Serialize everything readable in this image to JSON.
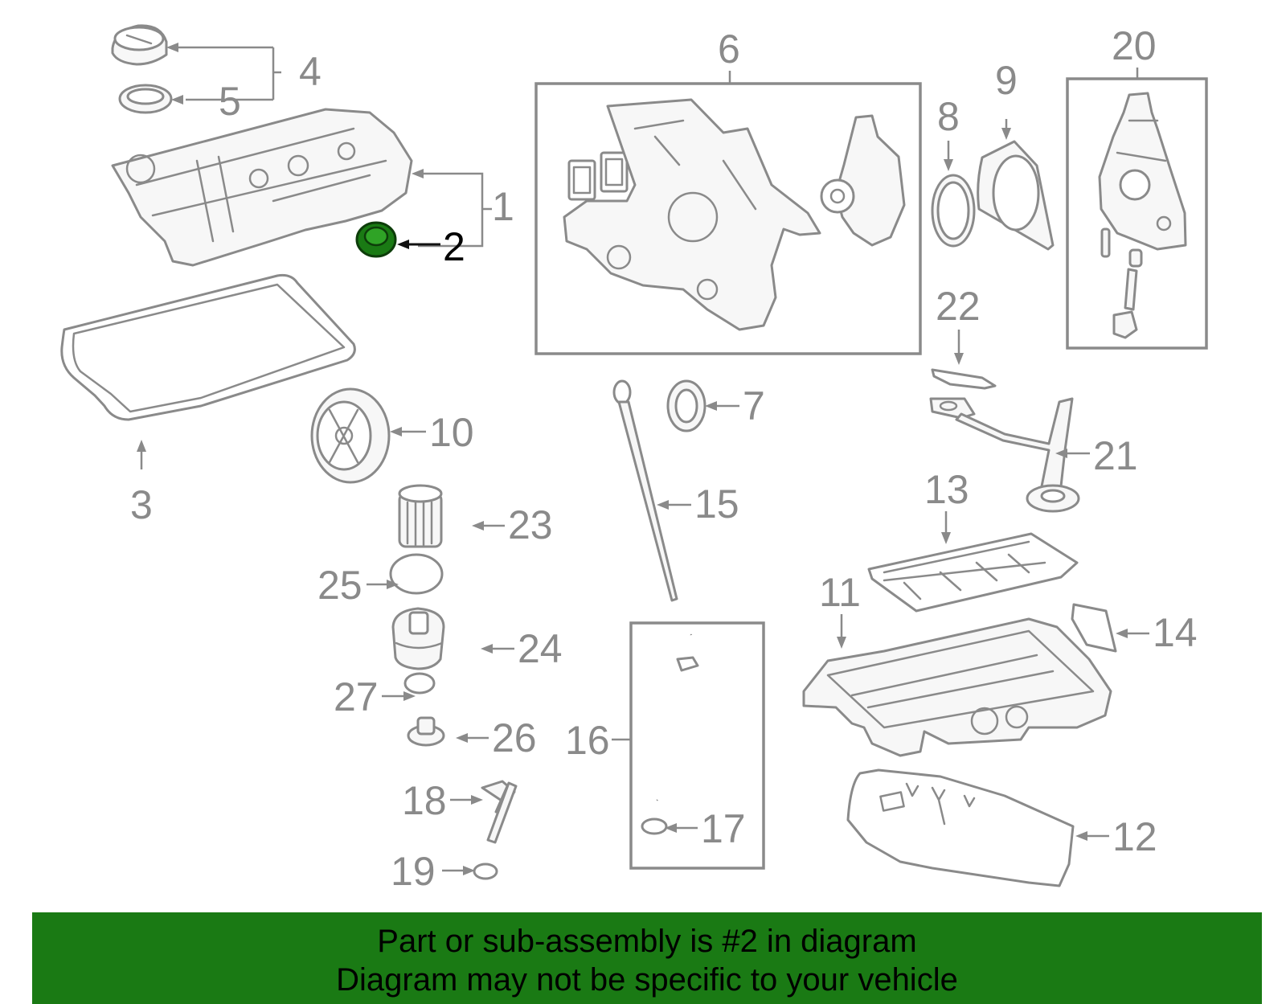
{
  "diagram": {
    "highlight_color": "#1a7a14",
    "line_color": "#8a8a8a",
    "callouts": {
      "c1": "1",
      "c2": "2",
      "c3": "3",
      "c4": "4",
      "c5": "5",
      "c6": "6",
      "c7": "7",
      "c8": "8",
      "c9": "9",
      "c10": "10",
      "c11": "11",
      "c12": "12",
      "c13": "13",
      "c14": "14",
      "c15": "15",
      "c16": "16",
      "c17": "17",
      "c18": "18",
      "c19": "19",
      "c20": "20",
      "c21": "21",
      "c22": "22",
      "c23": "23",
      "c24": "24",
      "c25": "25",
      "c26": "26",
      "c27": "27"
    }
  },
  "banner": {
    "background": "#1a7a14",
    "line1": "Part or sub-assembly is #2 in diagram",
    "line2": "Diagram may not be specific to your vehicle"
  }
}
